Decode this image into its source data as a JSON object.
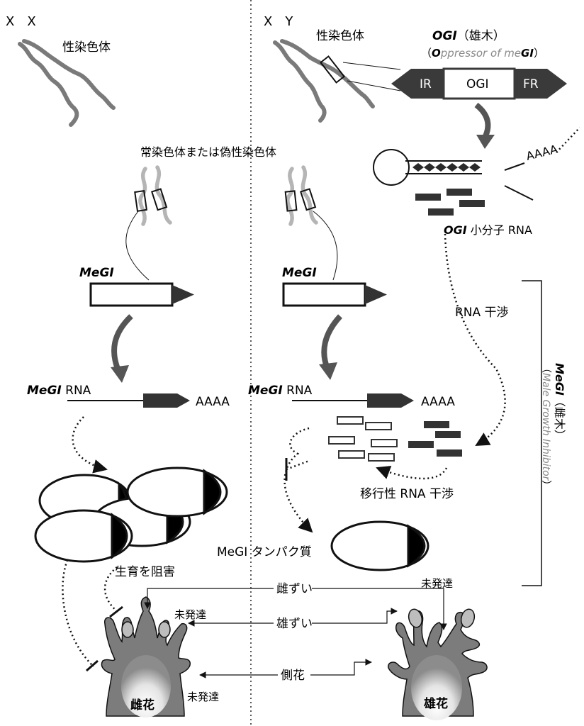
{
  "left": {
    "chrom_xx": "X　X",
    "sex_chrom_label": "性染色体",
    "autosome_label": "常染色体または偽性染色体",
    "megi_label": "MeGI",
    "megi_rna_italic": "MeGI",
    "megi_rna_suffix": " RNA",
    "polya": "AAAA",
    "inhibit_label": "生育を阻害",
    "female_flower": "雌花",
    "undeveloped_1": "未発達",
    "undeveloped_2": "未発達"
  },
  "right": {
    "chrom_xy": "X　Y",
    "sex_chrom_label": "性染色体",
    "ogi_title_italic": "OGI",
    "ogi_title_kanji": "（雄木）",
    "ogi_sub_open": "（",
    "ogi_sub_O": "O",
    "ogi_sub_mid": "ppressor of me",
    "ogi_sub_GI": "GI",
    "ogi_sub_close": "）",
    "gene_ir": "IR",
    "gene_ogi": "OGI",
    "gene_fr": "FR",
    "hairpin_polya": "AAAA",
    "small_rna_italic": "OGI",
    "small_rna_suffix": " 小分子 RNA",
    "megi_label": "MeGI",
    "megi_rna_italic": "MeGI",
    "megi_rna_suffix": " RNA",
    "polya": "AAAA",
    "rnai": "RNA 干渉",
    "transitive_rnai": "移行性 RNA 干渉",
    "megi_protein": "MeGI タンパク質",
    "male_flower": "雄花",
    "undeveloped": "未発達",
    "bracket_title_italic": "MeGI",
    "bracket_title_kanji": "（雌木）",
    "bracket_sub_open": "（",
    "bracket_sub_name": "Male Growth Inhibitor",
    "bracket_sub_close": "）"
  },
  "center": {
    "pistil": "雌ずい",
    "stamen": "雄ずい",
    "side_flower": "側花"
  },
  "colors": {
    "chrom_gray": "#7a7a7a",
    "light_chrom": "#b5b5b5",
    "dark": "#3a3a3a",
    "flower_fill": "#7c7c7c",
    "italic_gray": "#8a8a8a"
  }
}
